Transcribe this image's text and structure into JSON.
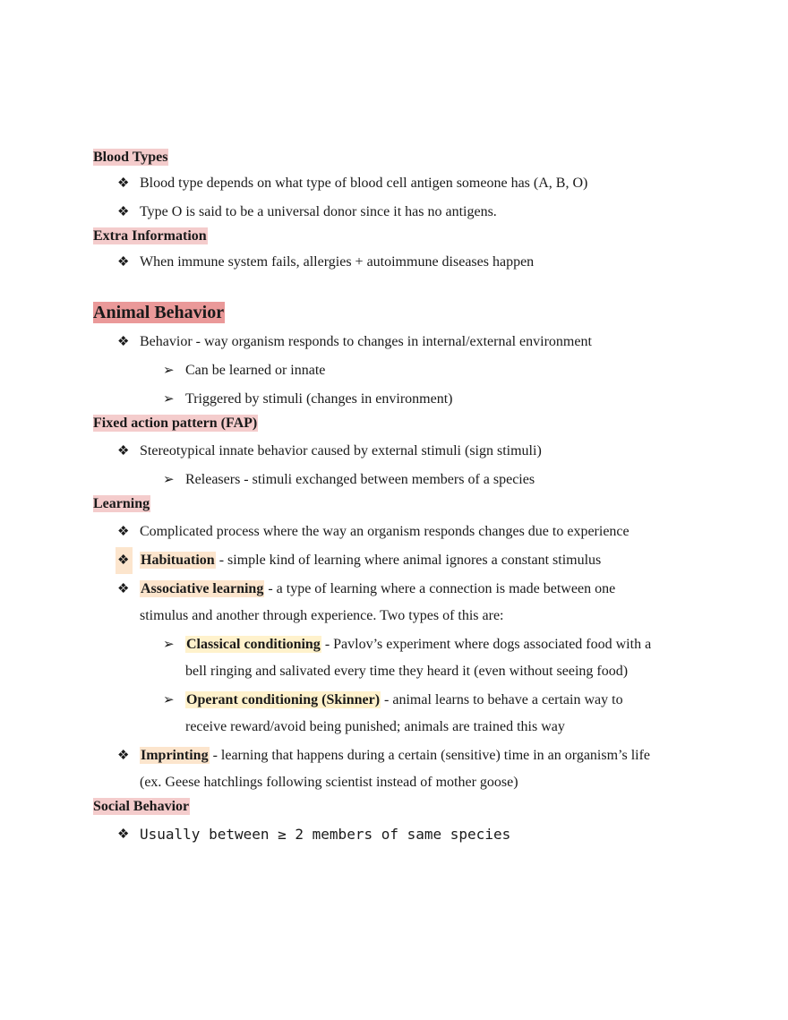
{
  "sections": {
    "blood_types": {
      "heading": "Blood Types",
      "items": [
        "Blood type depends on what type of blood cell antigen someone has (A, B, O)",
        "Type O is said to be a universal donor since it has no antigens."
      ]
    },
    "extra_info": {
      "heading": "Extra Information",
      "items": [
        "When immune system fails, allergies + autoimmune diseases happen"
      ]
    },
    "animal_behavior": {
      "heading": "Animal Behavior",
      "item1": "Behavior - way organism responds to changes in internal/external environment",
      "sub1": "Can be learned or innate",
      "sub2": "Triggered by stimuli (changes in environment)"
    },
    "fap": {
      "heading": "Fixed action pattern (FAP)",
      "item1": "Stereotypical innate behavior caused by external stimuli (sign stimuli)",
      "sub1": "Releasers - stimuli exchanged between members of a species"
    },
    "learning": {
      "heading": "Learning",
      "item1": "Complicated process where the way an organism responds changes due to experience",
      "habituation_term": "Habituation",
      "habituation_text": " - simple kind of learning where animal ignores a constant stimulus",
      "associative_term": "Associative learning",
      "associative_text_line1": " - a type of learning where a connection is made between one",
      "associative_text_line2": "stimulus and another through experience. Two types of this are:",
      "classical_term": "Classical conditioning",
      "classical_text_line1": " - Pavlov’s experiment where dogs associated food with a",
      "classical_text_line2": "bell ringing and salivated every time they heard it (even without seeing food)",
      "operant_term": "Operant conditioning (Skinner)",
      "operant_text_line1": " - animal learns to behave a certain way to",
      "operant_text_line2": "receive reward/avoid being punished; animals are trained this way",
      "imprinting_term": "Imprinting",
      "imprinting_text_line1": " - learning that happens during a certain (sensitive) time in an organism’s life",
      "imprinting_text_line2": "(ex. Geese hatchlings following scientist instead of mother goose)"
    },
    "social_behavior": {
      "heading": "Social Behavior",
      "item1": "Usually between ≥ 2 members of same species"
    }
  },
  "bullets": {
    "level1": "❖",
    "level2": "➢"
  }
}
